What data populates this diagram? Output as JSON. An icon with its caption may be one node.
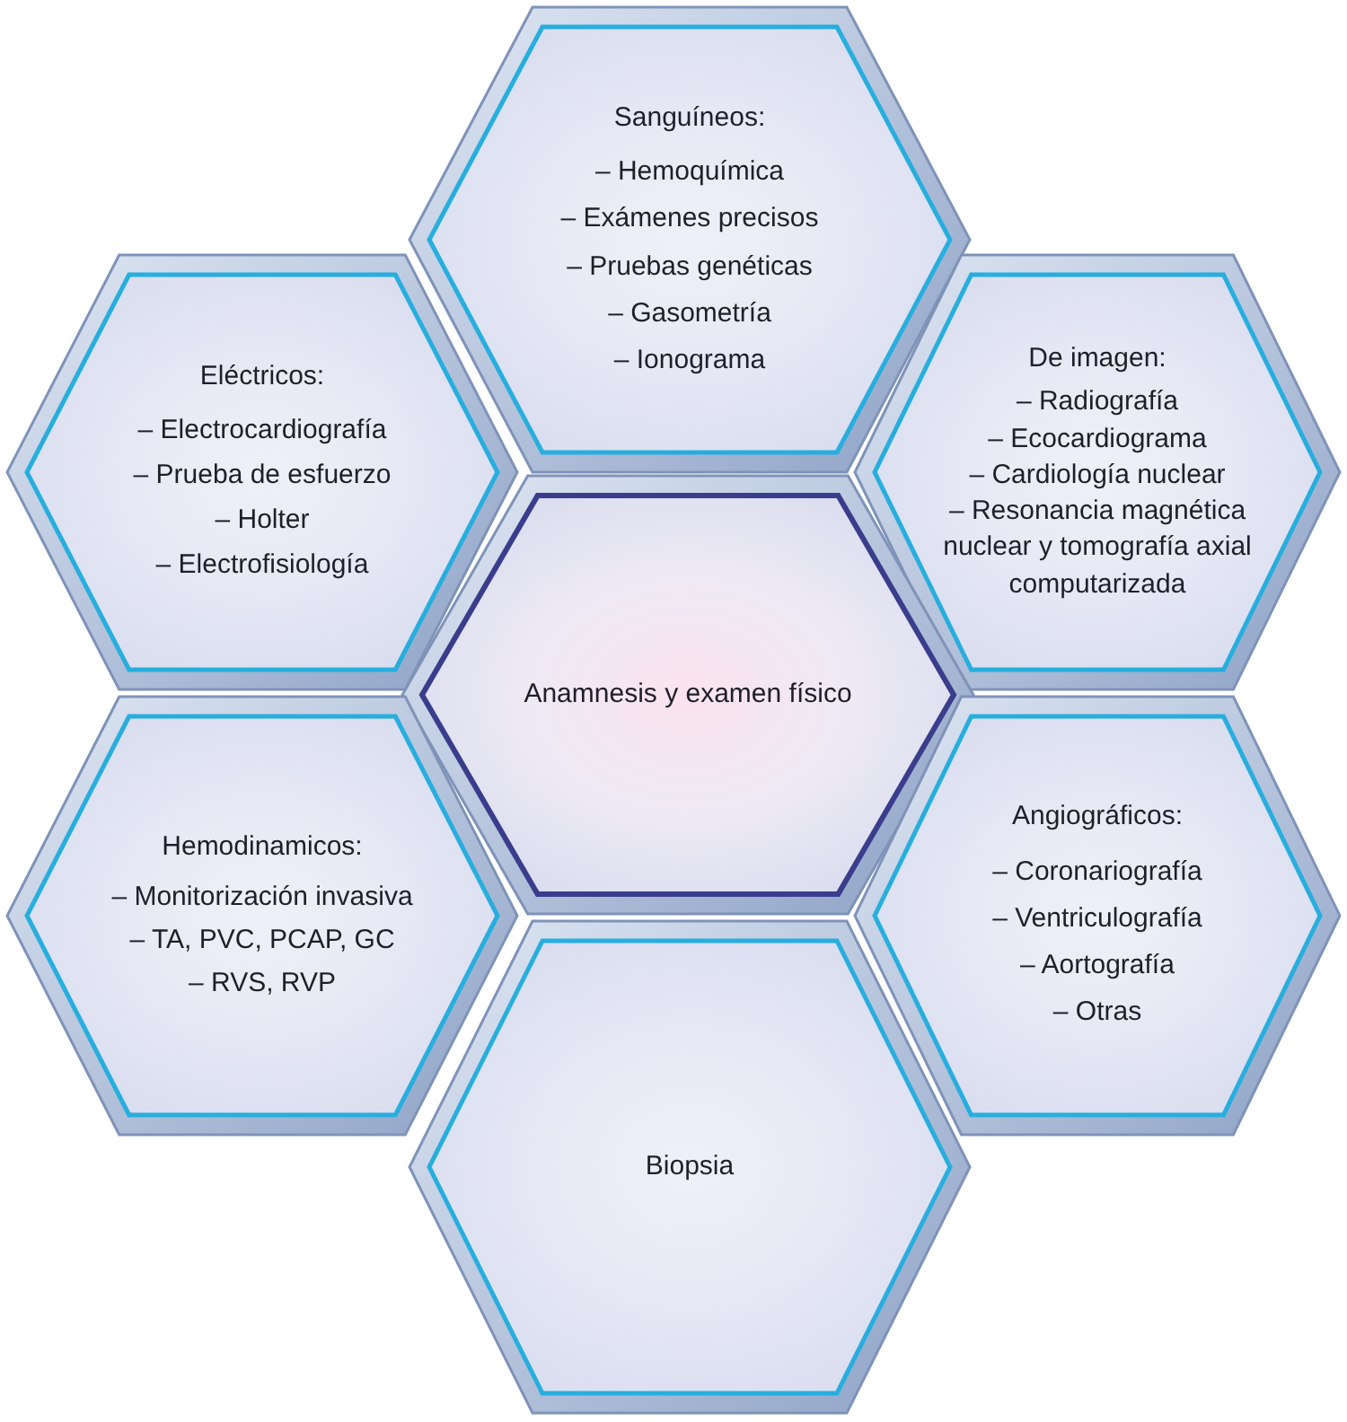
{
  "diagram": {
    "nodes": [
      {
        "text": [
          "Sanguíneos:",
          "– Hemoquímica",
          "– Exámenes precisos",
          "– Pruebas genéticas",
          "– Gasometría",
          "– Ionograma"
        ]
      },
      {
        "text": [
          "Eléctricos:",
          "– Electrocardiografía",
          "– Prueba de esfuerzo",
          "– Holter",
          "– Electrofisiología"
        ]
      },
      {
        "text": [
          "De imagen:",
          "– Radiografía",
          "– Ecocardiograma",
          "– Cardiología nuclear",
          "– Resonancia magnética nuclear y tomografía axial computarizada"
        ]
      },
      {
        "text": [
          "Anamnesis y examen físico"
        ]
      },
      {
        "text": [
          "Hemodinamicos:",
          "– Monitorización invasiva",
          "– TA, PVC, PCAP, GC",
          "– RVS, RVP"
        ]
      },
      {
        "text": [
          "Angiográficos:",
          "– Coronariografía",
          "– Ventriculografía",
          "– Aortografía",
          "– Otras"
        ]
      },
      {
        "text": [
          "Biopsia"
        ]
      }
    ]
  }
}
